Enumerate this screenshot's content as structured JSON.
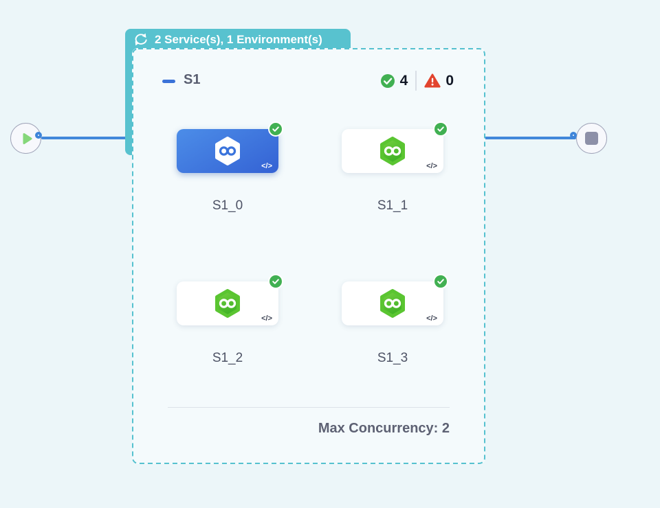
{
  "badge": {
    "icon": "cycle-icon",
    "label": "2 Service(s), 1 Environment(s)"
  },
  "group": {
    "title": "S1",
    "success_count": "4",
    "failed_count": "0",
    "max_concurrency": "Max Concurrency: 2"
  },
  "services": [
    {
      "name": "S1_0",
      "selected": true,
      "status": "success",
      "code_icon": "</>"
    },
    {
      "name": "S1_1",
      "selected": false,
      "status": "success",
      "code_icon": "</>"
    },
    {
      "name": "S1_2",
      "selected": false,
      "status": "success",
      "code_icon": "</>"
    },
    {
      "name": "S1_3",
      "selected": false,
      "status": "success",
      "code_icon": "</>"
    }
  ],
  "pipeline": {
    "start_node": "play",
    "end_node": "stop"
  },
  "colors": {
    "badge_teal": "#58c2cf",
    "connector_blue": "#4187da",
    "selected_card_blue": "#3f78dd",
    "harness_green": "#52c12d",
    "success_green": "#41b052",
    "error_red": "#e2442e"
  }
}
